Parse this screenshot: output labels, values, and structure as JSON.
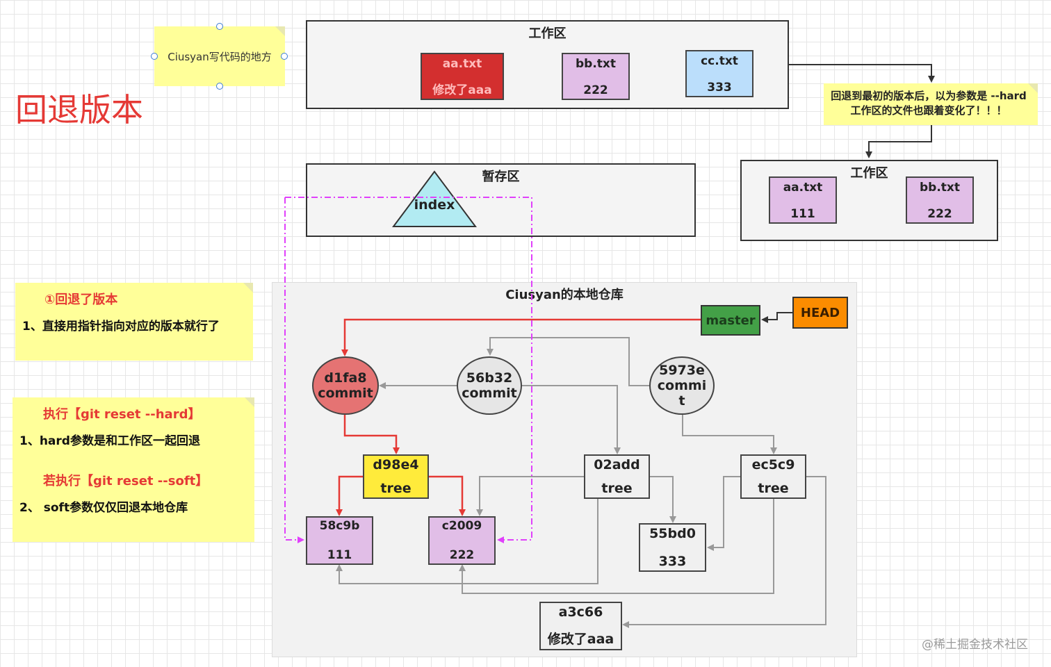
{
  "title": "回退版本",
  "top_sticky": {
    "text": "Ciusyan写代码的地方"
  },
  "workspace": {
    "title": "工作区",
    "files": [
      {
        "name": "aa.txt",
        "content": "修改了aaa",
        "color": "#d32f2f"
      },
      {
        "name": "bb.txt",
        "content": "222",
        "color": "#e1bee7"
      },
      {
        "name": "cc.txt",
        "content": "333",
        "color": "#bbdefb"
      }
    ]
  },
  "callout": {
    "text": "回退到最初的版本后，以为参数是 --hard 工作区的文件也跟着变化了！！！"
  },
  "workspace2": {
    "title": "工作区",
    "files": [
      {
        "name": "aa.txt",
        "content": "111"
      },
      {
        "name": "bb.txt",
        "content": "222"
      }
    ]
  },
  "staging": {
    "title": "暂存区",
    "index_label": "index"
  },
  "repo": {
    "title": "Ciusyan的本地仓库",
    "master": "master",
    "head": "HEAD",
    "commits": [
      {
        "id": "d1fa8",
        "type": "commit"
      },
      {
        "id": "56b32",
        "type": "commit"
      },
      {
        "id": "5973e",
        "type": "commi\nt"
      }
    ],
    "trees": [
      {
        "id": "d98e4",
        "type": "tree"
      },
      {
        "id": "02add",
        "type": "tree"
      },
      {
        "id": "ec5c9",
        "type": "tree"
      }
    ],
    "blobs": [
      {
        "id": "58c9b",
        "content": "111"
      },
      {
        "id": "c2009",
        "content": "222"
      },
      {
        "id": "55bd0",
        "content": "333"
      },
      {
        "id": "a3c66",
        "content": "修改了aaa"
      }
    ]
  },
  "note1": {
    "heading": "①回退了版本",
    "line": "1、直接用指针指向对应的版本就行了"
  },
  "note2": {
    "heading1": "执行【git reset --hard】",
    "line1": "1、hard参数是和工作区一起回退",
    "heading2": "若执行【git reset --soft】",
    "line2": "2、 soft参数仅仅回退本地仓库"
  },
  "watermark": "@稀土掘金技术社区",
  "colors": {
    "red": "#e53935",
    "magenta": "#e040fb",
    "master_green": "#43a047",
    "head_orange": "#fb8c00",
    "tree_yellow": "#ffeb3b",
    "blob_purple": "#e1bee7",
    "index_cyan": "#b2ebf2",
    "sticky_yellow": "#ffff99"
  }
}
